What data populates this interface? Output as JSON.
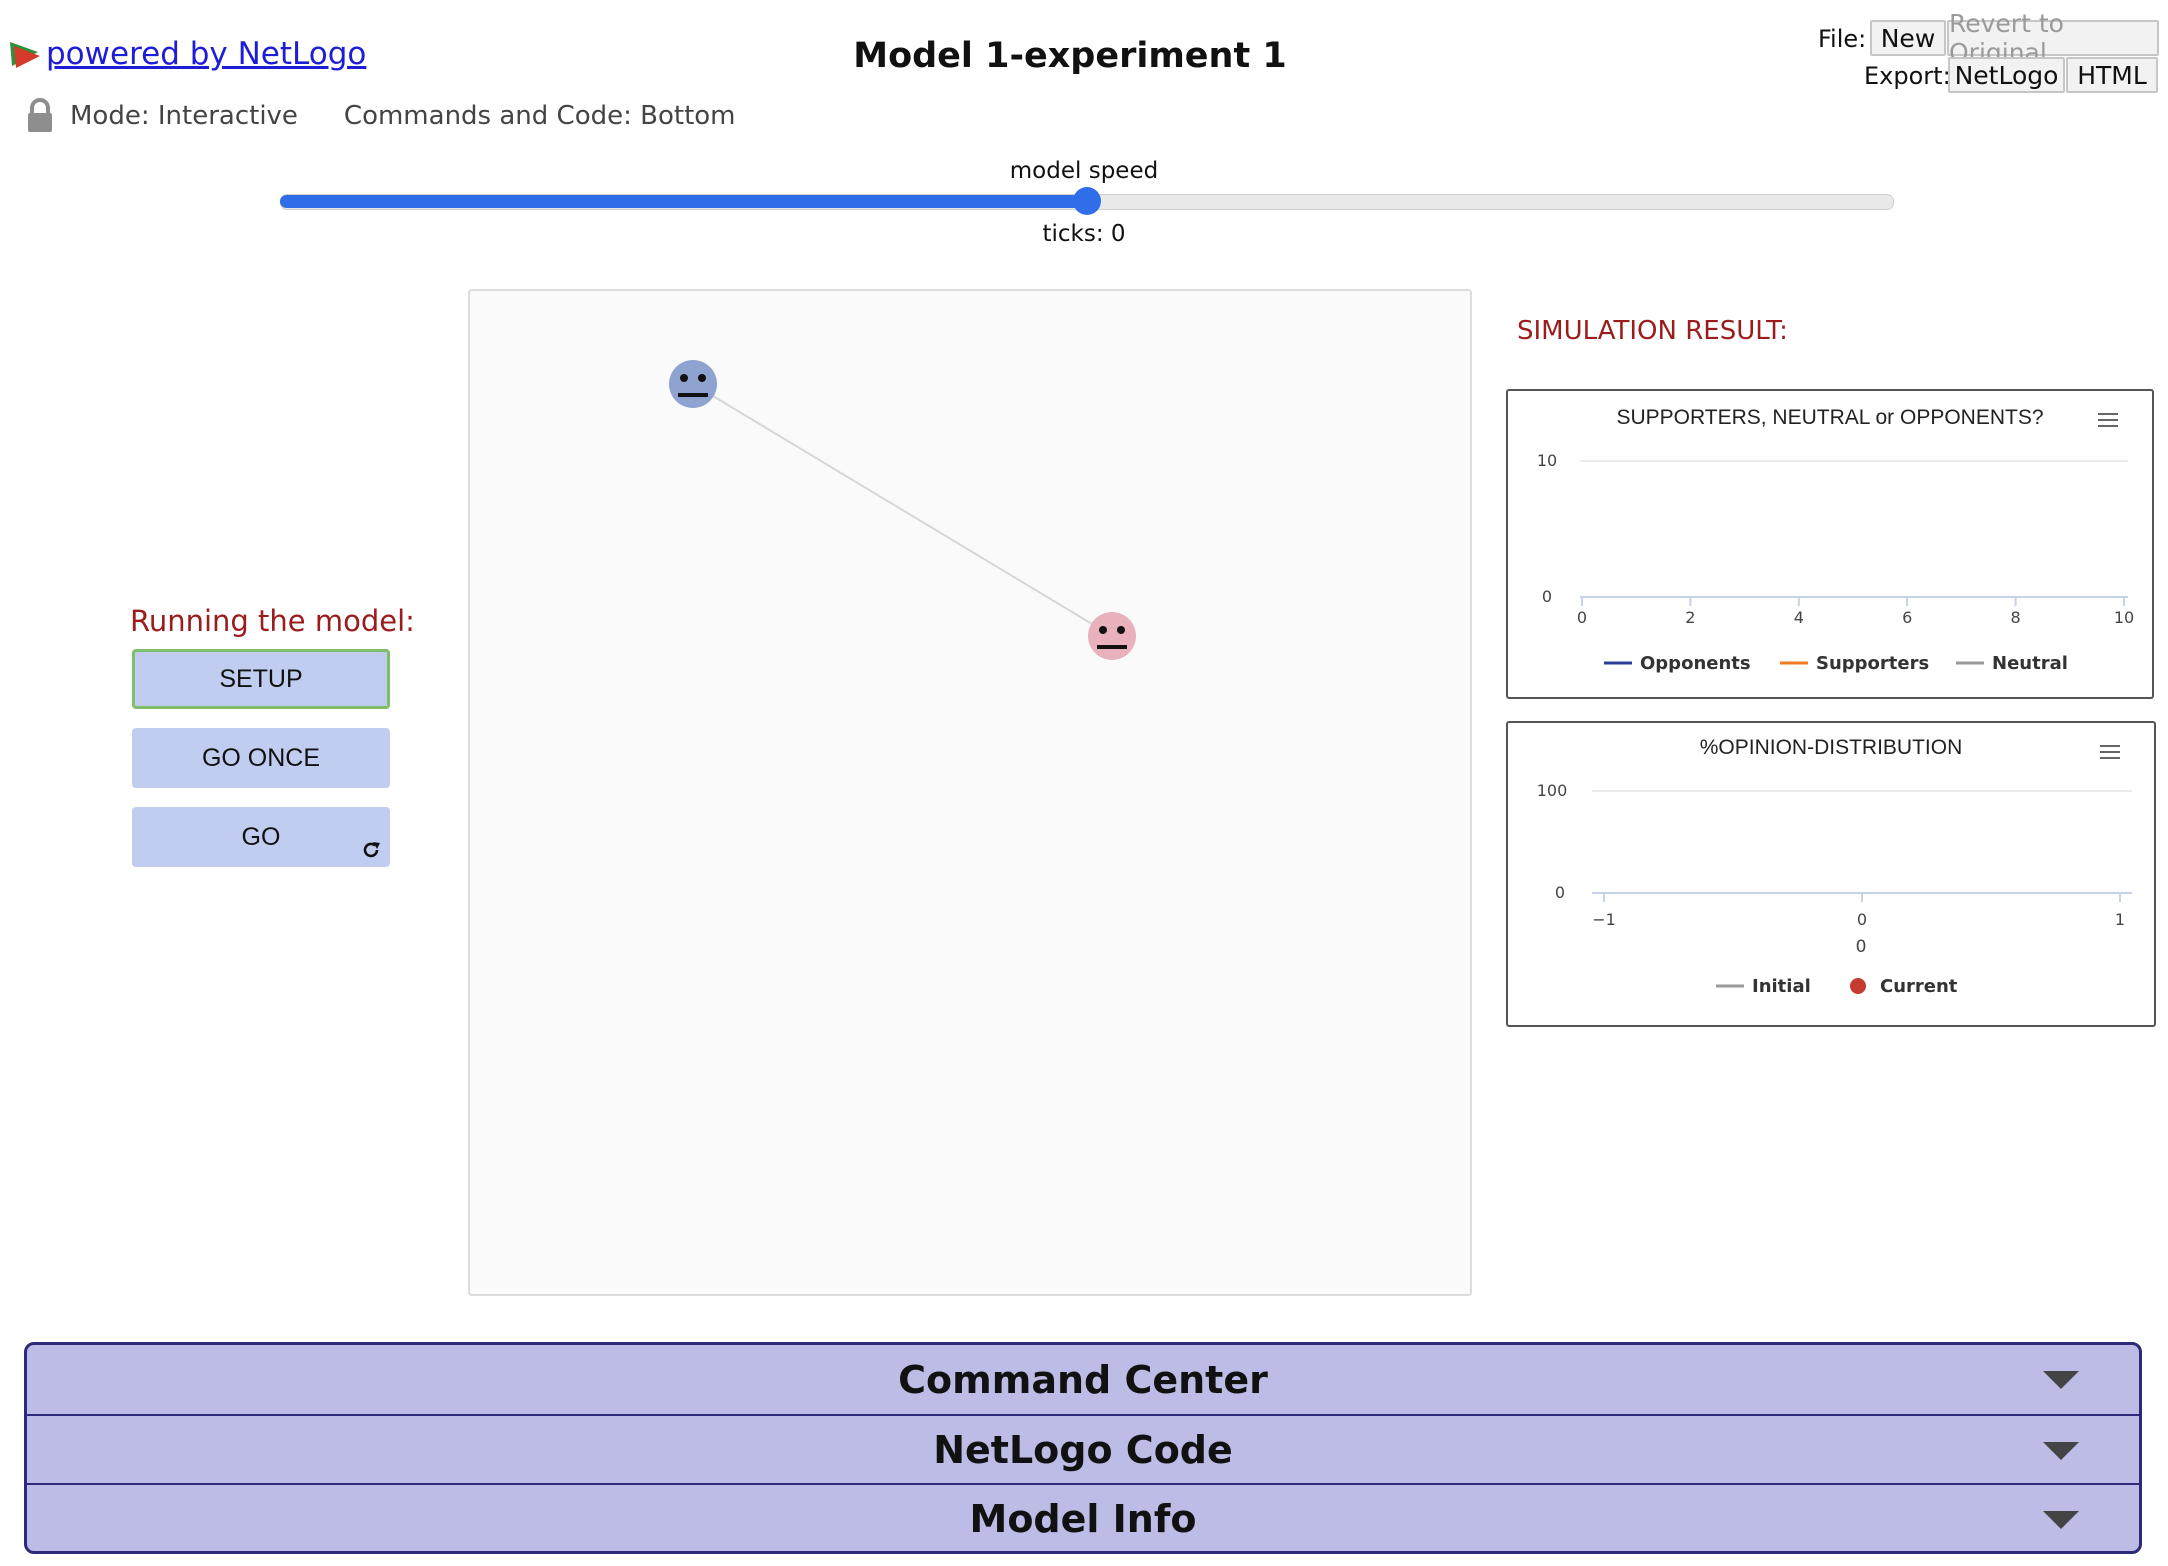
{
  "header": {
    "powered_by": "powered by NetLogo",
    "title": "Model 1-experiment 1",
    "mode": "Mode: Interactive",
    "commands_location": "Commands and Code: Bottom",
    "file_label": "File:",
    "export_label": "Export:",
    "new_label": "New",
    "revert_label": "Revert to Original",
    "netlogo_label": "NetLogo",
    "html_label": "HTML"
  },
  "speed": {
    "label": "model speed",
    "value_fraction": 0.5,
    "ticks": "ticks: 0"
  },
  "controls": {
    "heading": "Running the model:",
    "setup": "SETUP",
    "go_once": "GO ONCE",
    "go": "GO",
    "go_icon": "forever-icon"
  },
  "colors": {
    "accent": "#2f6ee8",
    "label_red": "#9b1c1c",
    "button_bg": "#c0cdf0",
    "accordion_bg": "#bcbce6",
    "opponents": "#2b3d9a",
    "supporters": "#f07a22",
    "neutral": "#9a9a9a",
    "current": "#c43b2f"
  },
  "simulation": {
    "heading": "SIMULATION RESULT:"
  },
  "chart_data": [
    {
      "type": "line",
      "title": "SUPPORTERS, NEUTRAL or OPPONENTS?",
      "xlim": [
        0,
        10
      ],
      "ylim": [
        0,
        10
      ],
      "x_ticks": [
        "0",
        "2",
        "4",
        "6",
        "8",
        "10"
      ],
      "y_ticks": [
        "0",
        "10"
      ],
      "series": [
        {
          "name": "Opponents",
          "values": []
        },
        {
          "name": "Supporters",
          "values": []
        },
        {
          "name": "Neutral",
          "values": []
        }
      ],
      "legend": "bottom",
      "menu_icon": "hamburger-menu-icon"
    },
    {
      "type": "scatter",
      "title": "%OPINION-DISTRIBUTION",
      "xlim": [
        -1,
        1
      ],
      "ylim": [
        0,
        100
      ],
      "x_ticks": [
        "−1",
        "0",
        "1"
      ],
      "y_ticks": [
        "0",
        "100"
      ],
      "xlabel": "0",
      "series": [
        {
          "name": "Initial",
          "values": []
        },
        {
          "name": "Current",
          "values": []
        }
      ],
      "legend": "bottom",
      "menu_icon": "hamburger-menu-icon"
    }
  ],
  "world": {
    "agents": [
      {
        "kind": "blue-neutral-face-icon",
        "color": "#8fa3d0"
      },
      {
        "kind": "pink-neutral-face-icon",
        "color": "#e8b1bc"
      }
    ],
    "link_color": "#d6d6d6"
  },
  "accordion": {
    "command_center": "Command Center",
    "netlogo_code": "NetLogo Code",
    "model_info": "Model Info"
  }
}
